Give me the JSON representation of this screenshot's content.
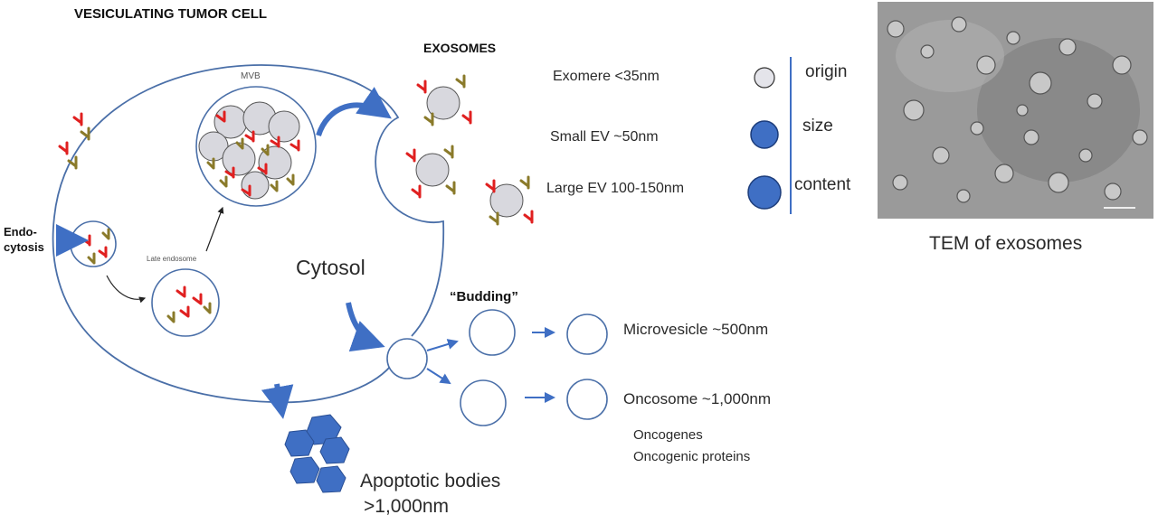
{
  "title": "VESICULATING TUMOR CELL",
  "labels": {
    "exosomes": "EXOSOMES",
    "mvb": "MVB",
    "late_endosome": "Late endosome",
    "endocytosis_line1": "Endo-",
    "endocytosis_line2": "cytosis",
    "cytosol": "Cytosol",
    "budding": "“Budding”",
    "microvesicle": "Microvesicle ~500nm",
    "oncosome": "Oncosome ~1,000nm",
    "oncogenes": "Oncogenes",
    "oncogenic_proteins": "Oncogenic proteins",
    "apoptotic_line1": "Apoptotic bodies",
    "apoptotic_line2": ">1,000nm",
    "tem_caption": "TEM of exosomes"
  },
  "legend": {
    "items": [
      {
        "label": "Exomere <35nm",
        "color": "#e4e4ea"
      },
      {
        "label": "Small EV ~50nm",
        "color": "#3f6fc4"
      },
      {
        "label": "Large EV 100-150nm",
        "color": "#3f6fc4"
      }
    ],
    "right": [
      "origin",
      "size",
      "content"
    ]
  },
  "colors": {
    "membrane": "#4a6fa8",
    "arrow": "#3f6fc4",
    "receptor_red": "#e02020",
    "receptor_olive": "#8a7a2a",
    "vesicle_fill": "#d8d8de"
  }
}
